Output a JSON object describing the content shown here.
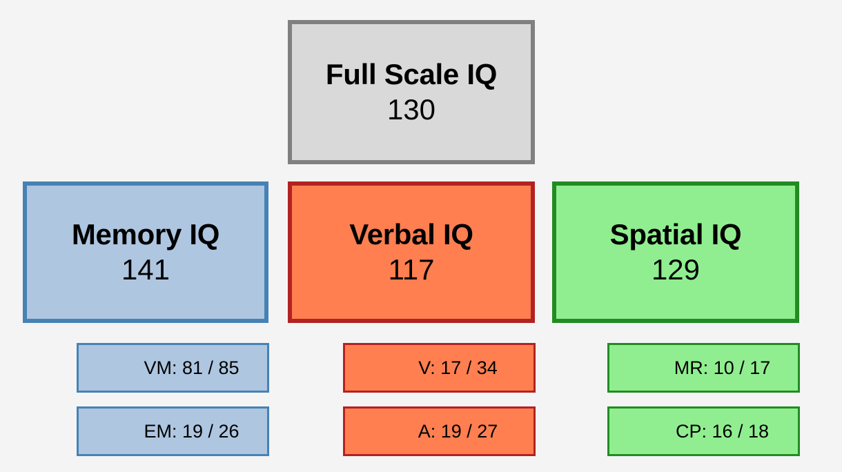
{
  "colors": {
    "background": "#f4f4f4",
    "full_scale_fill": "#d9d9d9",
    "full_scale_border": "#808080",
    "memory_fill": "#aec6e0",
    "memory_border": "#4682b4",
    "verbal_fill": "#ff7f50",
    "verbal_border": "#b22222",
    "spatial_fill": "#90ee90",
    "spatial_border": "#228b22"
  },
  "full_scale": {
    "label": "Full Scale IQ",
    "score": "130"
  },
  "domains": [
    {
      "key": "memory",
      "label": "Memory IQ",
      "score": "141",
      "subtests": [
        {
          "text": "VM: 81 / 85"
        },
        {
          "text": "EM: 19 / 26"
        }
      ]
    },
    {
      "key": "verbal",
      "label": "Verbal IQ",
      "score": "117",
      "subtests": [
        {
          "text": "V: 17 / 34"
        },
        {
          "text": "A: 19 / 27"
        }
      ]
    },
    {
      "key": "spatial",
      "label": "Spatial IQ",
      "score": "129",
      "subtests": [
        {
          "text": "MR: 10 / 17"
        },
        {
          "text": "CP: 16 / 18"
        }
      ]
    }
  ]
}
